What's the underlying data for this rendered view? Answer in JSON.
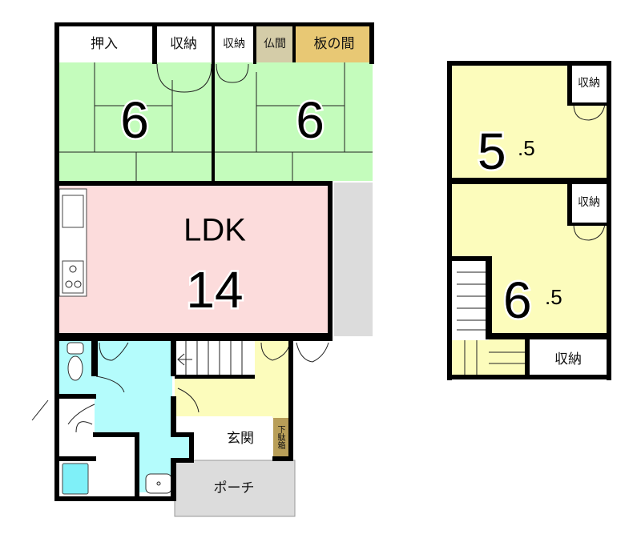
{
  "ground_floor": {
    "oshiire": "押入",
    "storage_1": "収納",
    "storage_2": "収納",
    "butsuma": "仏間",
    "itanoma": "板の間",
    "tatami_left_size": "6",
    "tatami_right_size": "6",
    "ldk_label": "LDK",
    "ldk_size": "14",
    "genkan": "玄関",
    "getabako": "下駄箱",
    "porch": "ポーチ"
  },
  "upper_floor": {
    "room_a_size": "5",
    "room_a_decimal": ".5",
    "room_b_size": "6",
    "room_b_decimal": ".5",
    "storage_a": "収納",
    "storage_b": "収納",
    "storage_c": "収納"
  },
  "colors": {
    "tatami": "#c4fcbc",
    "ldk": "#fcdcdc",
    "wet": "#b4fcfc",
    "yellow": "#fcfcbc",
    "gray": "#dcdcdc",
    "butsuma": "#d4cca8",
    "itanoma": "#e8c874"
  }
}
